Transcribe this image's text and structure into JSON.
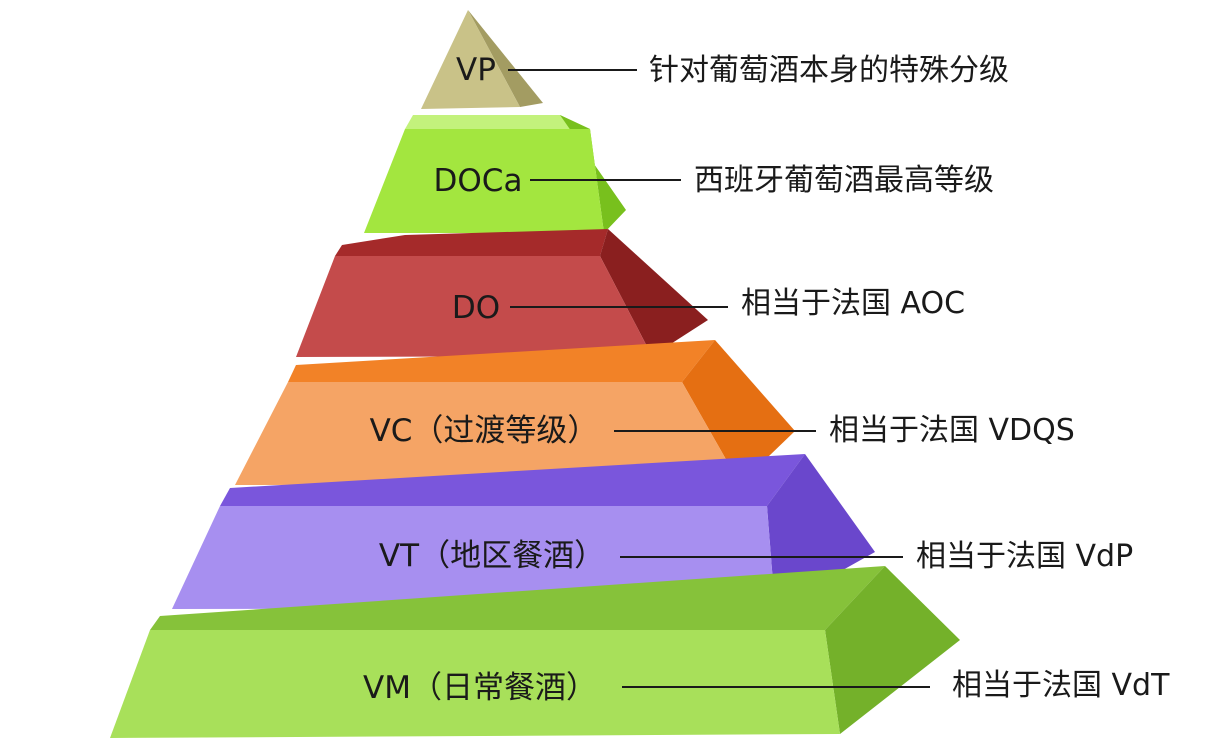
{
  "tiers": [
    {
      "id": "vp",
      "label": "VP",
      "description": "针对葡萄酒本身的特殊分级",
      "colors": {
        "front": "#c9c288",
        "top": "#dcd6a6",
        "side": "#a39c62"
      }
    },
    {
      "id": "doca",
      "label": "DOCa",
      "description": "西班牙葡萄酒最高等级",
      "colors": {
        "front": "#a3e63f",
        "top": "#c3f27c",
        "side": "#78c01d"
      }
    },
    {
      "id": "do",
      "label": "DO",
      "description": "相当于法国 AOC",
      "colors": {
        "front": "#c44b4b",
        "top": "#a52a2a",
        "side": "#8a1f1f"
      }
    },
    {
      "id": "vc",
      "label": "VC（过渡等级）",
      "description": "相当于法国 VDQS",
      "colors": {
        "front": "#f5a465",
        "top": "#f28227",
        "side": "#e56f12"
      }
    },
    {
      "id": "vt",
      "label": "VT（地区餐酒）",
      "description": "相当于法国 VdP",
      "colors": {
        "front": "#a78ff0",
        "top": "#7a56dc",
        "side": "#6a47cc"
      }
    },
    {
      "id": "vm",
      "label": "VM（日常餐酒）",
      "description": "相当于法国 VdT",
      "colors": {
        "front": "#a8e05a",
        "top": "#86c23a",
        "side": "#74b12a"
      }
    }
  ]
}
